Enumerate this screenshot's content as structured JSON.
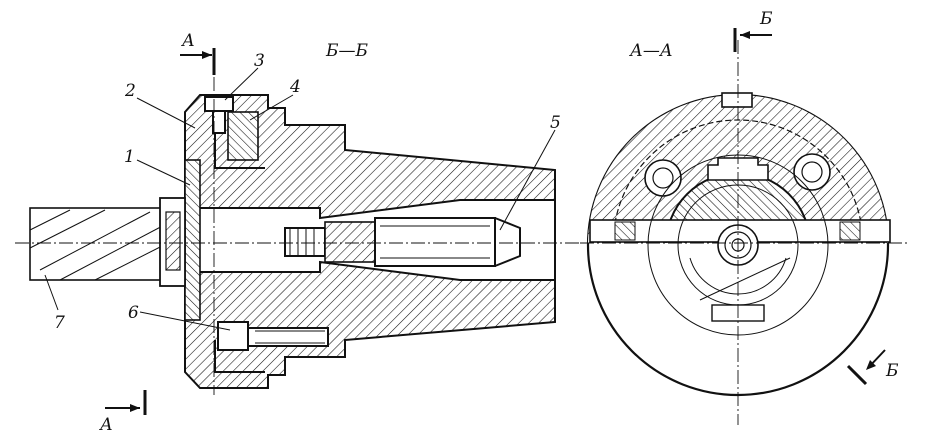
{
  "labels": {
    "n1": "1",
    "n2": "2",
    "n3": "3",
    "n4": "4",
    "n5": "5",
    "n6": "6",
    "n7": "7"
  },
  "sections": {
    "bb_title": "Б—Б",
    "aa_title": "А—А",
    "a_mark_top": "А",
    "a_mark_bottom": "А",
    "b_mark_top": "Б",
    "b_mark_bottom": "Б"
  }
}
